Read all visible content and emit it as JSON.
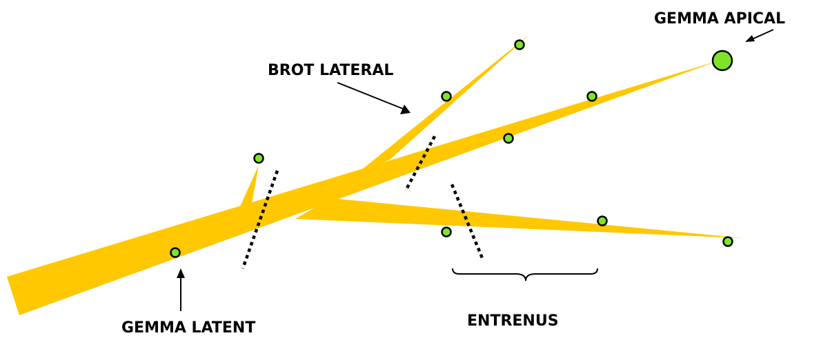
{
  "labels": {
    "apical_bud": "GEMMA APICAL",
    "lateral_shoot": "BROT LATERAL",
    "latent_bud": "GEMMA LATENT",
    "internode": "ENTRENUS"
  },
  "colors": {
    "stem": "#ffc800",
    "bud_fill": "#7fe32a",
    "outline": "#000000",
    "background": "#ffffff"
  }
}
